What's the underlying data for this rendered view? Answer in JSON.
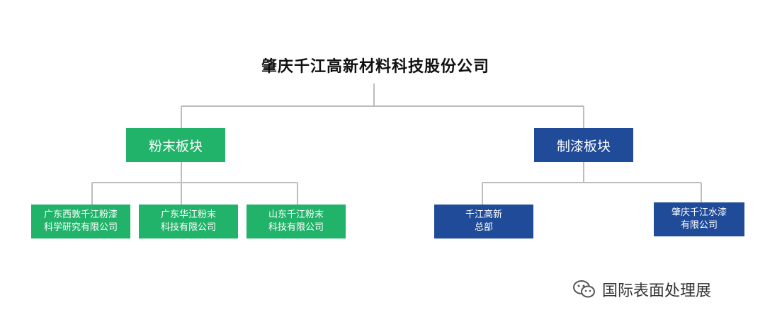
{
  "diagram": {
    "root": {
      "label": "肇庆千江高新材料科技股份公司"
    },
    "divisions": [
      {
        "label": "粉末板块",
        "color": "#22b36a",
        "children": [
          {
            "lines": [
              "广东西敦千江粉漆",
              "科学研究有限公司"
            ]
          },
          {
            "lines": [
              "广东华江粉末",
              "科技有限公司"
            ]
          },
          {
            "lines": [
              "山东千江粉末",
              "科技有限公司"
            ]
          }
        ]
      },
      {
        "label": "制漆板块",
        "color": "#1f4b99",
        "children": [
          {
            "lines": [
              "千江高新",
              "总部"
            ]
          },
          {
            "lines": [
              "肇庆千江水漆",
              "有限公司"
            ]
          }
        ]
      }
    ],
    "line_color": "#bdbdbd"
  },
  "watermark": {
    "text": "国际表面处理展",
    "icon": "wechat-icon"
  }
}
